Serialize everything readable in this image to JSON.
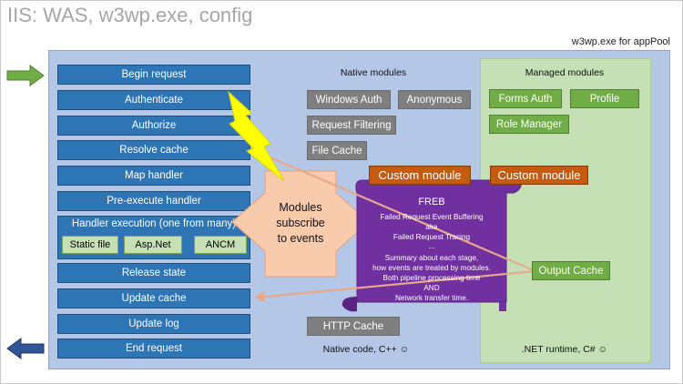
{
  "title": "IIS: WAS, w3wp.exe, config",
  "pool_label": "w3wp.exe for appPool",
  "pipeline": {
    "begin_request": "Begin request",
    "authenticate": "Authenticate",
    "authorize": "Authorize",
    "resolve_cache": "Resolve cache",
    "map_handler": "Map handler",
    "pre_execute_handler": "Pre-execute  handler",
    "handler_execution": "Handler execution (one from many)",
    "handlers": [
      "Static file",
      "Asp.Net",
      "ANCM"
    ],
    "release_state": "Release state",
    "update_cache": "Update cache",
    "update_log": "Update log",
    "end_request": "End request"
  },
  "native": {
    "heading": "Native modules",
    "windows_auth": "Windows Auth",
    "anonymous": "Anonymous",
    "request_filtering": "Request Filtering",
    "file_cache": "File Cache",
    "http_cache": "HTTP Cache",
    "footer": "Native code, C++ ☺"
  },
  "managed": {
    "heading": "Managed modules",
    "forms_auth": "Forms Auth",
    "profile": "Profile",
    "role_manager": "Role Manager",
    "output_cache": "Output Cache",
    "footer": ".NET runtime, C# ☺"
  },
  "custom_module": "Custom module",
  "modules_subscribe": [
    "Modules",
    "subscribe",
    "to events"
  ],
  "freb": {
    "title": "FREB",
    "lines": [
      "Failed Request Event Buffering",
      "aka",
      "Failed Request Tracing",
      "...",
      "Summary about each stage,",
      "how events are treated by modules.",
      "Both pipeline processing time",
      "AND",
      "Network transfer time."
    ]
  },
  "colors": {
    "stage_blue": "#2e75b6",
    "pool_blue": "#b4c7e7",
    "managed_green": "#c5e0b4",
    "native_gray": "#7f7f7f",
    "managed_module_green": "#70ad47",
    "custom_orange": "#c55a11",
    "freb_purple": "#7030a0",
    "subscribe_peach": "#f8cbad",
    "lightning_yellow": "#ffff00",
    "in_arrow": "#70ad47",
    "out_arrow": "#2f5597"
  }
}
